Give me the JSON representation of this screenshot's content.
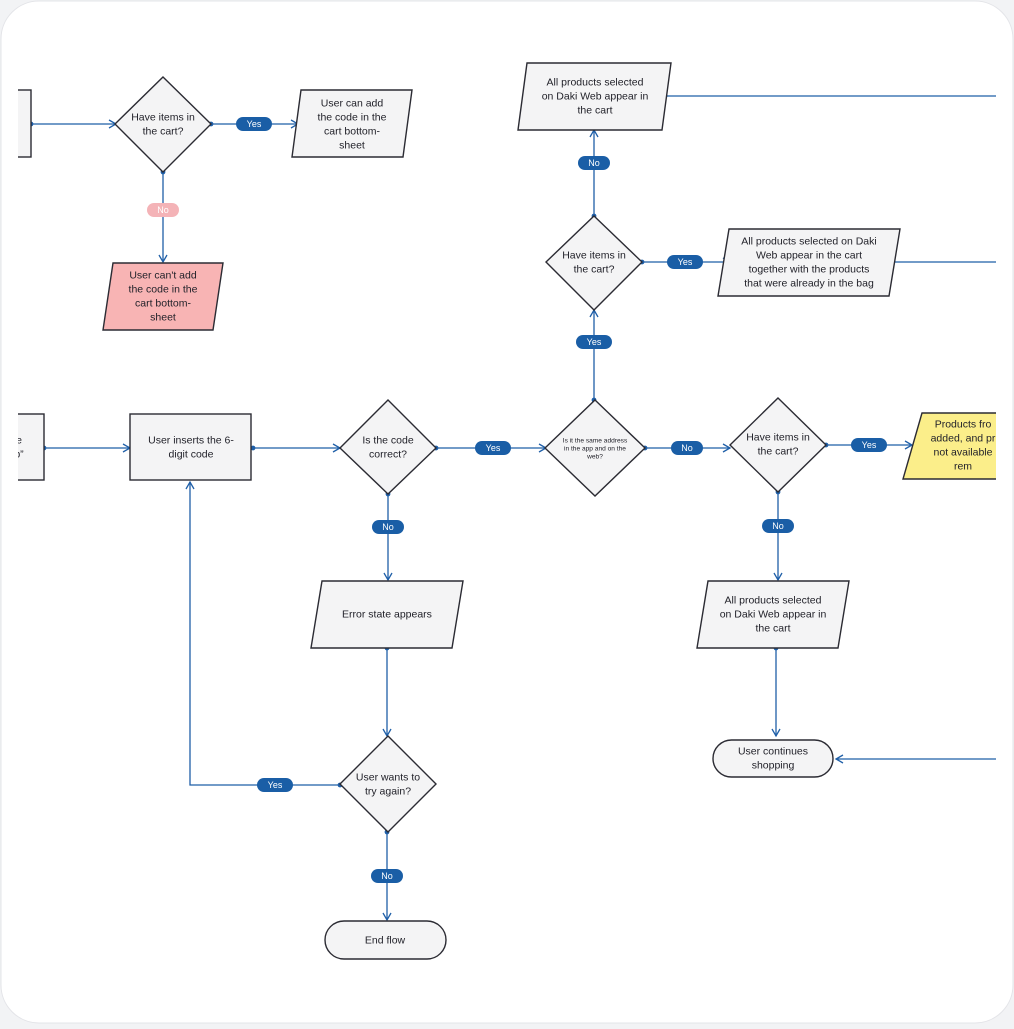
{
  "colors": {
    "line": "#1f5fa8",
    "badge": "#1a5ea6",
    "badge_light": "#f4b3b7",
    "stroke": "#2b2b33",
    "shape_fill": "#f4f4f5",
    "error_fill": "#f8b4b4",
    "note_fill": "#fbee8a"
  },
  "nodes": {
    "have_items_left": [
      "Have items in",
      "the cart?"
    ],
    "can_add_code": [
      "User can add",
      "the code in the",
      "cart bottom-",
      "sheet"
    ],
    "cant_add_code": [
      "User can't add",
      "the code in the",
      "cart bottom-",
      "sheet"
    ],
    "all_products_top": [
      "All products selected",
      "on Daki Web appear in",
      "the cart"
    ],
    "have_items_mid": [
      "Have items in",
      "the cart?"
    ],
    "products_with_bag": [
      "All products selected on Daki",
      "Web appear in the cart",
      "together with the products",
      "that were already in the bag"
    ],
    "left_partial_box": [
      "e",
      "b”"
    ],
    "user_inserts_code": [
      "User inserts the 6-",
      "digit code"
    ],
    "code_correct": [
      "Is the code",
      "correct?"
    ],
    "same_address": [
      "Is it the same address",
      "in the app and on the",
      "web?"
    ],
    "have_items_right": [
      "Have items in",
      "the cart?"
    ],
    "products_partial_note": [
      "Products fro",
      "added, and pr",
      "not available",
      "rem"
    ],
    "error_state": [
      "Error state appears"
    ],
    "all_products_bottom": [
      "All products selected",
      "on Daki Web appear in",
      "the cart"
    ],
    "user_continues": [
      "User continues",
      "shopping"
    ],
    "try_again": [
      "User wants to",
      "try again?"
    ],
    "end_flow": [
      "End flow"
    ]
  },
  "badges": {
    "yes_left": "Yes",
    "no_left": "No",
    "no_top": "No",
    "yes_mid_right": "Yes",
    "yes_mid_up": "Yes",
    "yes_code": "Yes",
    "no_address": "No",
    "yes_right": "Yes",
    "no_code": "No",
    "no_right": "No",
    "yes_retry": "Yes",
    "no_retry": "No"
  }
}
